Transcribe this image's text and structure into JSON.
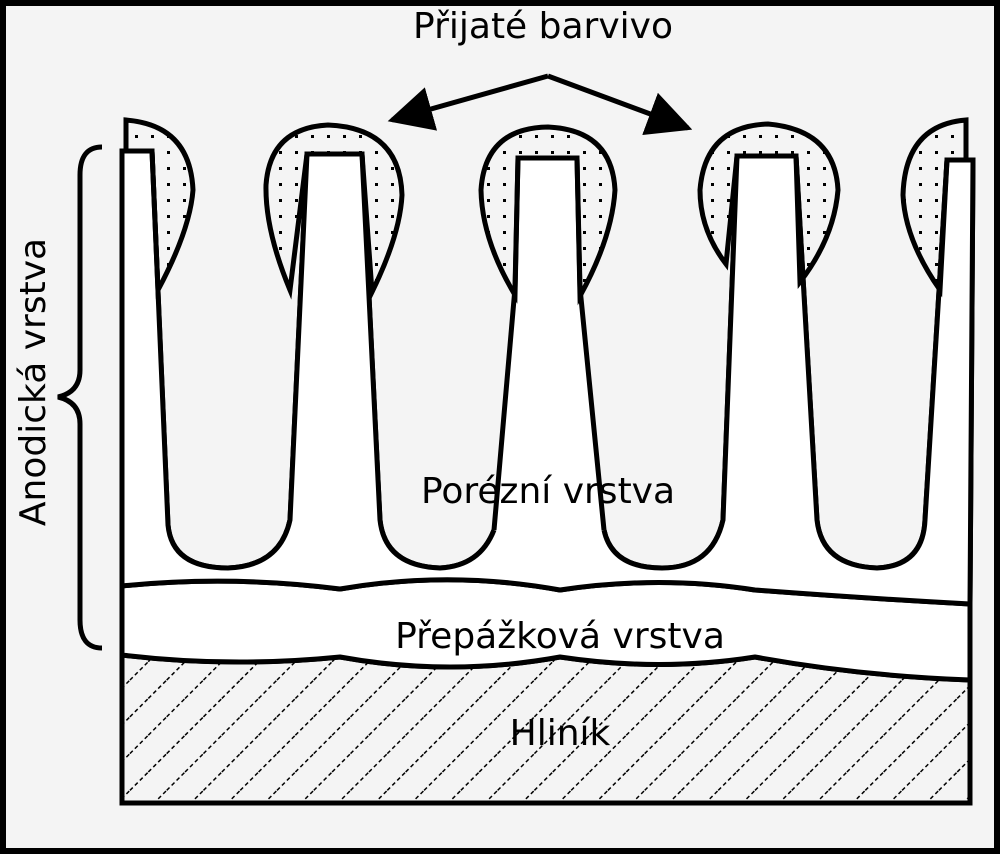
{
  "labels": {
    "absorbed_dye": "Přijaté barvivo",
    "anodic_layer": "Anodická vrstva",
    "porous_layer": "Porézní vrstva",
    "barrier_layer": "Přepážková vrstva",
    "aluminium": "Hliník"
  },
  "colors": {
    "ink": "#000000",
    "background": "#ffffff",
    "panel": "#f4f4f4"
  }
}
